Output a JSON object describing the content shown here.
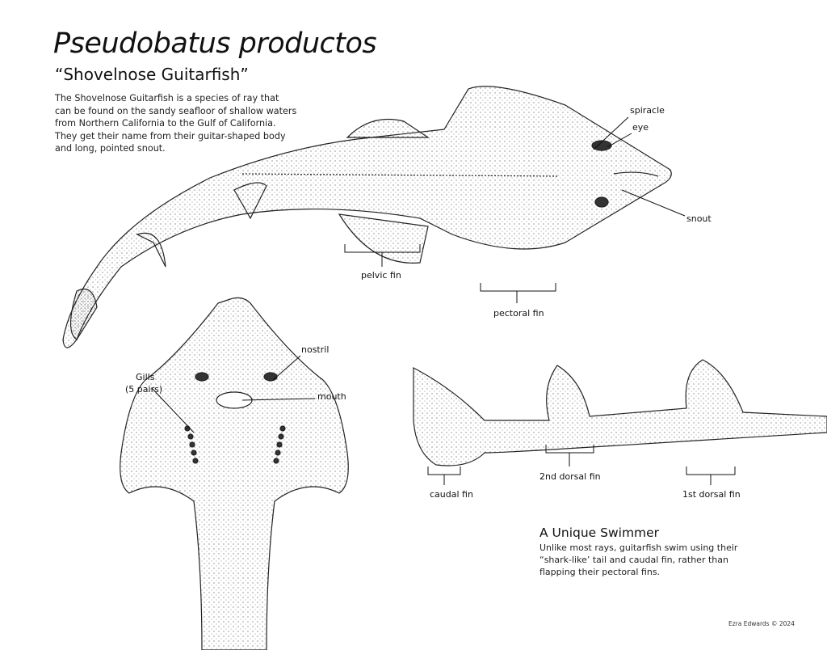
{
  "title": "Pseudobatus productos",
  "subtitle": "“Shovelnose Guitarfish”",
  "intro": "The Shovelnose Guitarfish is a species of ray that can be found on the sandy seafloor of shallow waters from Northern California to the Gulf of California. They get their name from their guitar-shaped body and long, pointed snout.",
  "labels": {
    "spiracle": "spiracle",
    "eye": "eye",
    "snout": "snout",
    "pelvic_fin": "pelvic fin",
    "pectoral_fin": "pectoral fin",
    "nostril": "nostril",
    "gills_1": "Gills",
    "gills_2": "(5 pairs)",
    "mouth": "mouth",
    "caudal_fin": "caudal fin",
    "second_dorsal_fin": "2nd dorsal fin",
    "first_dorsal_fin": "1st dorsal fin"
  },
  "swimmer": {
    "heading": "A Unique Swimmer",
    "body": "Unlike most rays, guitarfish swim using their “shark-like’ tail  and caudal fin, rather than flapping their pectoral fins."
  },
  "credit": "Ezra Edwards © 2024"
}
